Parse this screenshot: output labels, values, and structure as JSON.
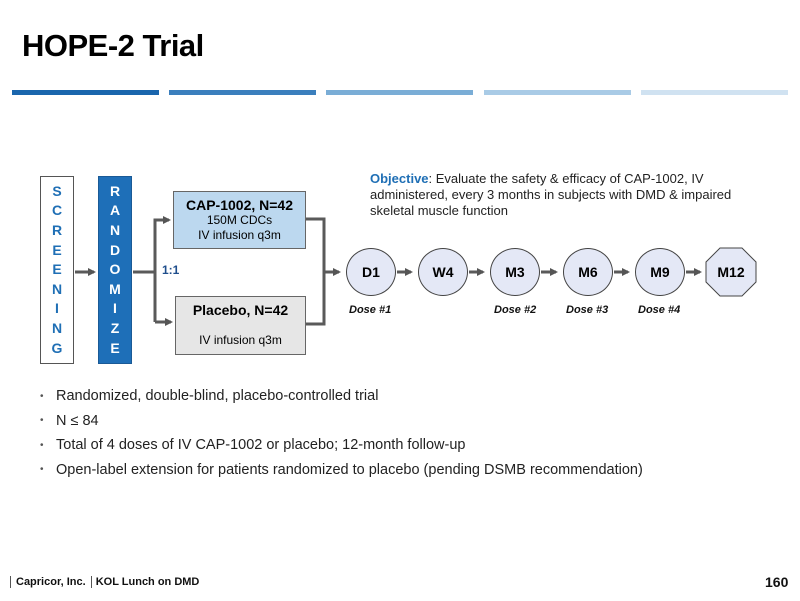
{
  "header": {
    "title": "HOPE-2 Trial",
    "accent_bars": [
      "#1a66ad",
      "#3b7fbd",
      "#7aadd6",
      "#a9cbe6",
      "#d0e2f1"
    ]
  },
  "diagram": {
    "screening": {
      "letters": [
        "S",
        "C",
        "R",
        "E",
        "E",
        "N",
        "I",
        "N",
        "G"
      ]
    },
    "randomize": {
      "letters": [
        "R",
        "A",
        "N",
        "D",
        "O",
        "M",
        "I",
        "Z",
        "E"
      ]
    },
    "ratio": "1:1",
    "arms": [
      {
        "title": "CAP-1002, N=42",
        "lines": [
          "150M CDCs",
          "IV infusion q3m"
        ]
      },
      {
        "title": "Placebo, N=42",
        "lines": [
          "",
          "IV infusion q3m"
        ]
      }
    ],
    "objective": {
      "label": "Objective",
      "text": ": Evaluate the safety & efficacy of CAP-1002, IV administered, every 3 months in subjects with DMD & impaired skeletal muscle function"
    },
    "timeline": [
      {
        "label": "D1",
        "dose": "Dose #1"
      },
      {
        "label": "W4",
        "dose": ""
      },
      {
        "label": "M3",
        "dose": "Dose #2"
      },
      {
        "label": "M6",
        "dose": "Dose #3"
      },
      {
        "label": "M9",
        "dose": "Dose #4"
      },
      {
        "label": "M12",
        "dose": ""
      }
    ]
  },
  "bullets": [
    "Randomized, double-blind, placebo-controlled trial",
    "N ≤ 84",
    "Total of 4 doses of IV CAP-1002 or placebo; 12-month follow-up",
    "Open-label extension for patients randomized to placebo (pending DSMB recommendation)"
  ],
  "footer": {
    "company": "Capricor, Inc.",
    "event": "KOL Lunch on DMD",
    "page": "160"
  }
}
